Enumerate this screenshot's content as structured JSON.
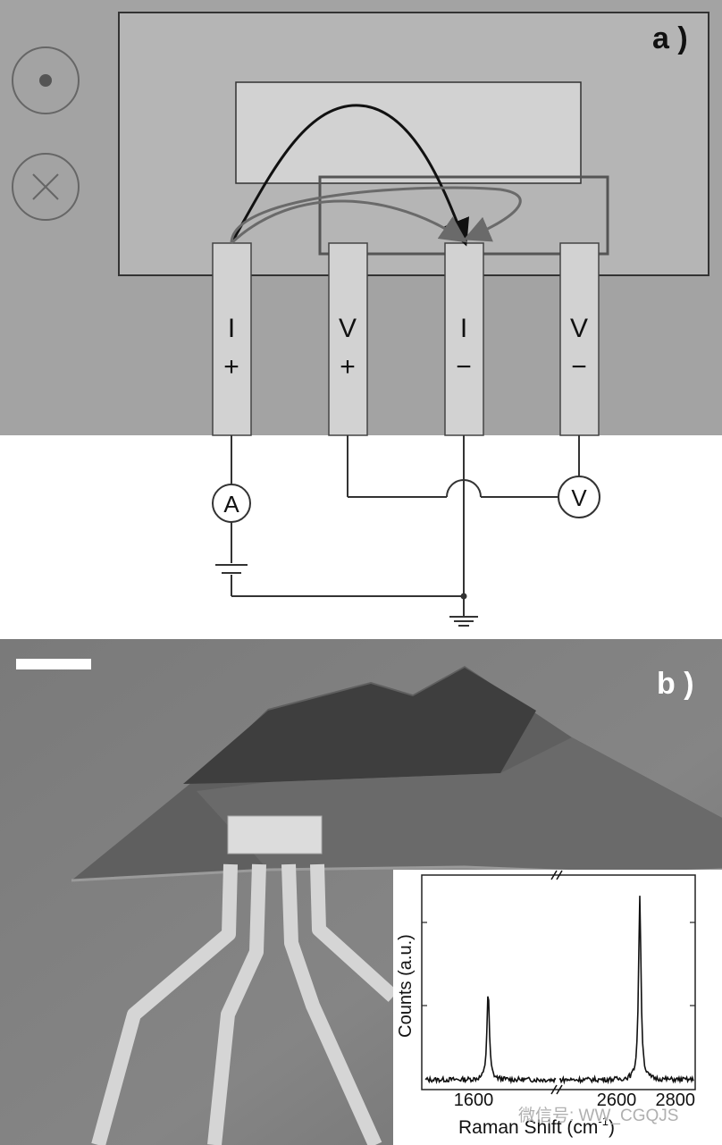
{
  "panel_a": {
    "label": "a )",
    "electrodes": [
      {
        "top": "I",
        "bottom": "+"
      },
      {
        "top": "V",
        "bottom": "+"
      },
      {
        "top": "I",
        "bottom": "−"
      },
      {
        "top": "V",
        "bottom": "−"
      }
    ],
    "ammeter_label": "A",
    "voltmeter_label": "V",
    "field_symbols": [
      "field-out-of-page",
      "field-into-page"
    ]
  },
  "panel_b": {
    "label": "b )",
    "watermark": "微信号: WW_CGQJS"
  },
  "chart_data": {
    "type": "line",
    "title": "",
    "xlabel": "Raman Shift (cm",
    "xlabel_sup": "-1",
    "xlabel_close": ")",
    "ylabel": "Counts (a.u.)",
    "x_tick_labels": [
      "1600",
      "2600",
      "2800"
    ],
    "x_break": true,
    "segments": [
      {
        "xlim": [
          1450,
          1720
        ],
        "peak_x": 1580,
        "peak_height": 0.45
      },
      {
        "xlim": [
          2450,
          2850
        ],
        "peak_x": 2690,
        "peak_height": 0.92
      }
    ],
    "ylim": [
      0,
      1
    ],
    "grid": false
  }
}
